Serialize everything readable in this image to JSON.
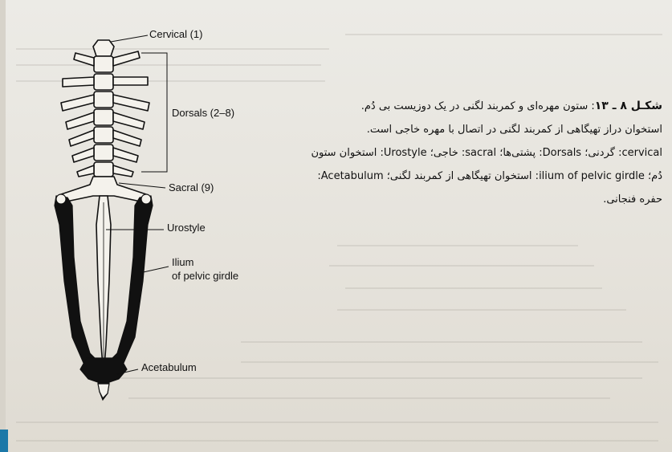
{
  "diagram": {
    "labels": {
      "cervical": "Cervical (1)",
      "dorsals": "Dorsals (2–8)",
      "sacral": "Sacral (9)",
      "urostyle": "Urostyle",
      "ilium_line1": "Ilium",
      "ilium_line2": "of pelvic girdle",
      "acetabulum": "Acetabulum"
    }
  },
  "caption": {
    "title": "شکـل ۸ ـ ۱۳",
    "lines": [
      ": ستون مهره‌ای و کمربند لگنی در یک دوزیست بی دُم.",
      "استخوان دراز تهیگاهی از کمربند لگنی در اتصال با مهره خاجی است.",
      "cervical: گردنی؛ Dorsals: پشتی‌ها؛ sacral: خاجی؛ Urostyle: استخوان ستون",
      "دُم؛ ilium of pelvic girdle: استخوان تهیگاهی از کمربند لگنی؛ Acetabulum:",
      "حفره فنجانی."
    ]
  }
}
